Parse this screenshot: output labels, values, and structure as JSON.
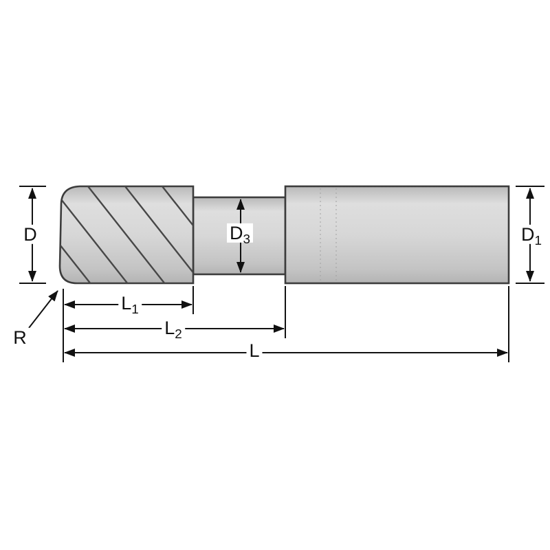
{
  "figure": {
    "labels": {
      "d": {
        "main": "D",
        "sub": ""
      },
      "d3": {
        "main": "D",
        "sub": "3"
      },
      "d1": {
        "main": "D",
        "sub": "1"
      },
      "l1": {
        "main": "L",
        "sub": "1"
      },
      "l2": {
        "main": "L",
        "sub": "2"
      },
      "l": {
        "main": "L",
        "sub": ""
      },
      "r": {
        "main": "R",
        "sub": ""
      }
    },
    "colors": {
      "background": "#ffffff",
      "outline": "#3c3c3c",
      "body_fill_light": "#dcdcdc",
      "body_fill_dark": "#b7b7b7",
      "dimension_line": "#111111",
      "label_text": "#111111"
    }
  }
}
